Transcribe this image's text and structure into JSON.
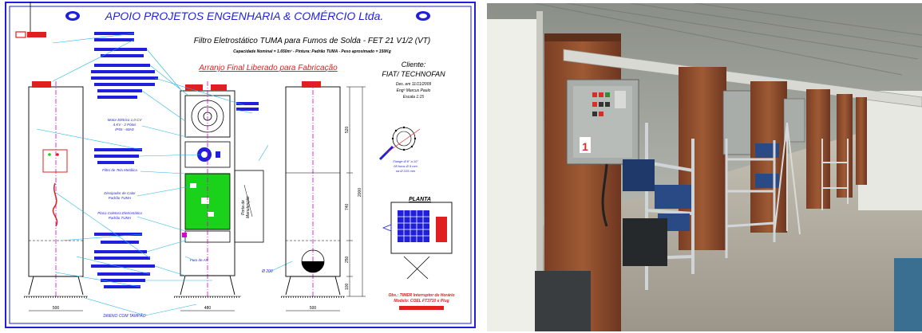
{
  "drawing": {
    "title": "APOIO PROJETOS ENGENHARIA & COMÉRCIO Ltda.",
    "product_title": "Filtro Eletrostático TUMA  para Fumos de Solda - FET 21 V1/2 (VT)",
    "spec_line": "Capacidade Nominal = 1.650m³ - Pintura: Padrão TUMA - Peso aproximado = 150Kg",
    "approval": "Arranjo Final Liberado para Fabricação",
    "client_label": "Cliente:",
    "client_name": "FIAT/ TECHNOFAN",
    "drawn_date": "Des. em 11/11/2009",
    "engineer": "Engº Marcus Paulo",
    "scale": "Escala 1:15",
    "motor_label": [
      "Motor Elétrico 1,0 CV",
      "4 KV - 2 Pólos",
      "IP55 - 60Hz"
    ],
    "mesh_filter": "Filtro de Tela Metálica",
    "heat_dissipator": [
      "Dissipador de Calor",
      "Padrão TUMA"
    ],
    "collector_plates": [
      "Placa Coletora Eletrostática",
      "Padrão TUMA"
    ],
    "air_inlet": "Furo de AR",
    "maintenance_door": [
      "Porta de",
      "Manutenção"
    ],
    "drain": "DRENO COM TAMPÃO",
    "flange_note": [
      "Flange  Ø 8\" a 10\"",
      "08 furos Ø 9 mm",
      "na Ø 225 mm"
    ],
    "plan_label": "PLANTA",
    "obs": [
      "Obs.: TIMER Interruptor de Horário",
      "Modelo: COEL FT3710 e Plug"
    ],
    "diameter_label": "Ø 200",
    "dimensions": {
      "width_left": "500",
      "width_center": "480",
      "width_right": "500",
      "height_total": "2000",
      "h_top": "520",
      "h_mid": "740",
      "h_low": "250",
      "h_base": "100"
    },
    "colors": {
      "border": "#1f1fdc",
      "redact_bar": "#1f1fdc",
      "callout": "#29b4e6",
      "alert": "#e02020",
      "filter_green": "#19d219",
      "accent_magenta": "#d400d4"
    }
  },
  "photo": {
    "cabinet_number": "1"
  }
}
